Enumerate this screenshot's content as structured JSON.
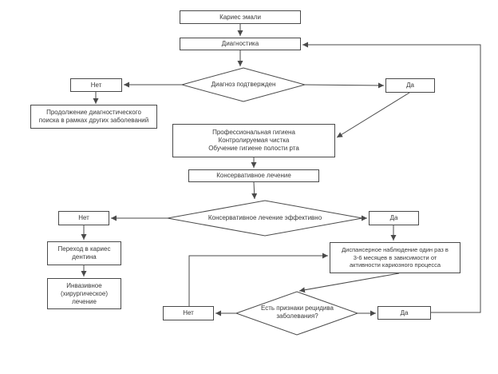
{
  "diagram": {
    "nodes": {
      "karies": {
        "lines": [
          "Кариес эмали"
        ]
      },
      "diagnostika": {
        "lines": [
          "Диагностика"
        ]
      },
      "decision1": {
        "lines": [
          "Диагноз подтвержден"
        ]
      },
      "net1": {
        "lines": [
          "Нет"
        ]
      },
      "da1": {
        "lines": [
          "Да"
        ]
      },
      "prodolzhenie": {
        "lines": [
          "Продолжение  диагностического",
          "поиска в рамках других заболеваний"
        ]
      },
      "gigiena": {
        "lines": [
          "Профессиональная гигиена",
          "Контролируемая чистка",
          "Обучение  гигиене полости рта"
        ]
      },
      "konservativnoe": {
        "lines": [
          "Консервативное  лечение"
        ]
      },
      "decision2": {
        "lines": [
          "Консервативное лечение эффективно"
        ]
      },
      "net2": {
        "lines": [
          "Нет"
        ]
      },
      "da2": {
        "lines": [
          "Да"
        ]
      },
      "perekhod": {
        "lines": [
          "Переход  в кариес",
          "дентина"
        ]
      },
      "invazivnoe": {
        "lines": [
          "Инвазивное",
          "(хирургическое)",
          "лечение"
        ]
      },
      "dispanser": {
        "lines": [
          "Диспансерное наблюдение  один раз в",
          "3-6 месяцев в зависимости от",
          "активности кариозного процесса"
        ]
      },
      "decision3": {
        "lines": [
          "Есть  признаки рецидива",
          "заболевания?"
        ]
      },
      "net3": {
        "lines": [
          "Нет"
        ]
      },
      "da3": {
        "lines": [
          "Да"
        ]
      }
    },
    "colors": {
      "line": "#4a4a4a",
      "node_border": "#4a4a4a",
      "node_fill": "#ffffff",
      "text": "#383838",
      "background": "#ffffff"
    }
  }
}
